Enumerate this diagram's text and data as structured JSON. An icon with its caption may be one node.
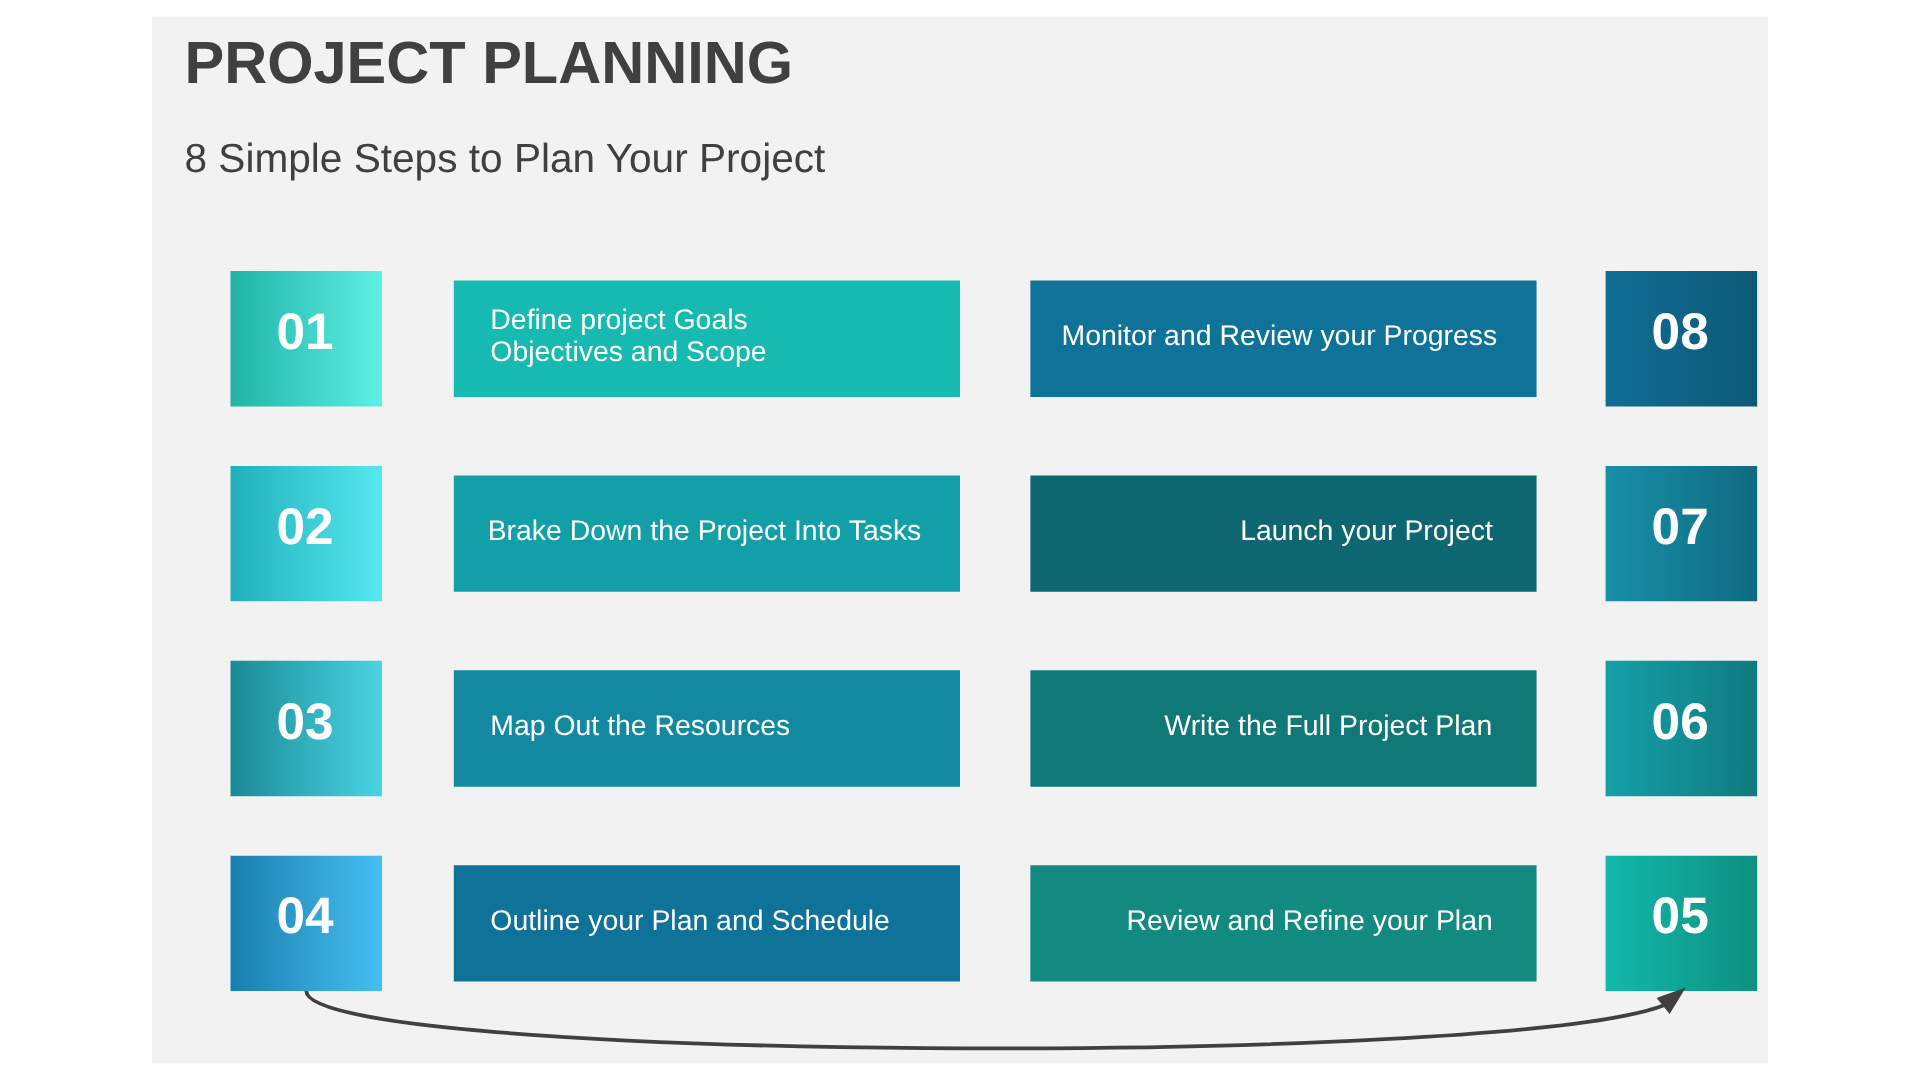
{
  "diagram": {
    "title": "PROJECT PLANNING",
    "nodes": [
      {
        "text": [
          "01"
        ]
      },
      {
        "text": [
          "Define project Goals Objectives and Scope"
        ]
      },
      {
        "text": [
          "02"
        ]
      },
      {
        "text": [
          "Brake Down the Project Into Tasks"
        ]
      },
      {
        "text": [
          "03"
        ]
      },
      {
        "text": [
          "Map Out the Resources"
        ]
      },
      {
        "text": [
          "04"
        ]
      },
      {
        "text": [
          "Outline your Plan and Schedule"
        ]
      },
      {
        "text": [
          "05"
        ]
      },
      {
        "text": [
          "Review and Refine your Plan"
        ]
      },
      {
        "text": [
          "06"
        ]
      },
      {
        "text": [
          "Write the Full Project Plan"
        ]
      },
      {
        "text": [
          "07"
        ]
      },
      {
        "text": [
          "Launch your Project"
        ]
      },
      {
        "text": [
          "08"
        ]
      },
      {
        "text": [
          "Monitor and Review your Progress"
        ]
      }
    ],
    "edges": [
      {
        "from": 6,
        "to": 8,
        "arrow": "to"
      }
    ],
    "labels": [
      "8 Simple Steps to Plan Your Project"
    ]
  }
}
